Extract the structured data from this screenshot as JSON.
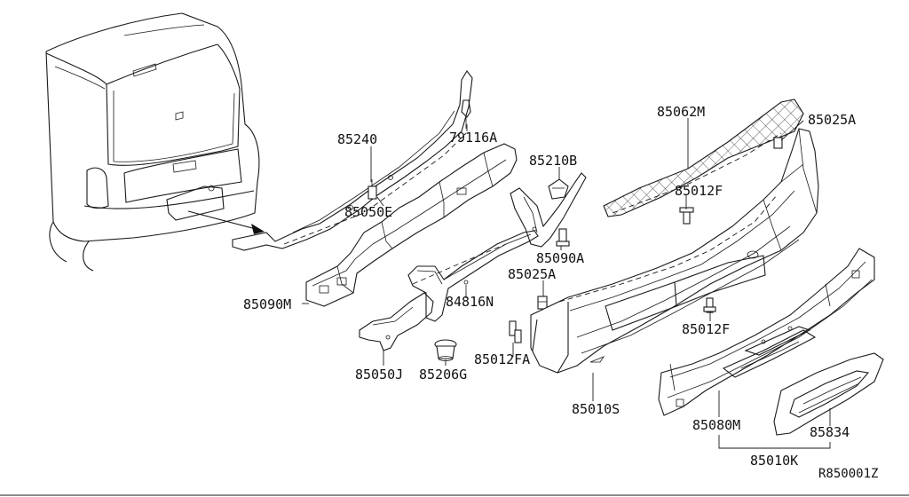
{
  "diagram": {
    "reference_code": "R850001Z",
    "parts": [
      {
        "id": "85240",
        "label": "85240"
      },
      {
        "id": "79116A",
        "label": "79116A"
      },
      {
        "id": "85050E",
        "label": "85050E"
      },
      {
        "id": "85210B",
        "label": "85210B"
      },
      {
        "id": "85062M",
        "label": "85062M"
      },
      {
        "id": "85025A-top",
        "label": "85025A"
      },
      {
        "id": "85012F-top",
        "label": "85012F"
      },
      {
        "id": "85090A",
        "label": "85090A"
      },
      {
        "id": "85025A-mid",
        "label": "85025A"
      },
      {
        "id": "84816N",
        "label": "84816N"
      },
      {
        "id": "85090M",
        "label": "85090M"
      },
      {
        "id": "85012F-mid",
        "label": "85012F"
      },
      {
        "id": "85012FA",
        "label": "85012FA"
      },
      {
        "id": "85050J",
        "label": "85050J"
      },
      {
        "id": "85206G",
        "label": "85206G"
      },
      {
        "id": "85010S",
        "label": "85010S"
      },
      {
        "id": "85080M",
        "label": "85080M"
      },
      {
        "id": "85834",
        "label": "85834"
      },
      {
        "id": "85010K",
        "label": "85010K"
      }
    ]
  }
}
